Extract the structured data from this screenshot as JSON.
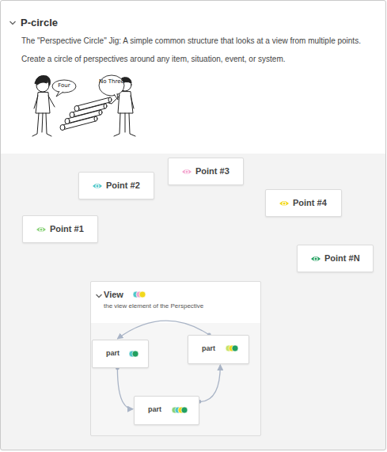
{
  "diagram": {
    "nodes": [
      {
        "text": [
          "P-circle",
          "The \"Perspective Circle\" Jig: A simple common structure that looks at a view from multiple points.",
          "Create a circle of perspectives around any item, situation, event, or system."
        ]
      },
      {
        "text": [
          "Four"
        ],
        "in": 0
      },
      {
        "text": [
          "No Three"
        ],
        "in": 0
      },
      {
        "text": [
          "Point #1"
        ],
        "in": 0
      },
      {
        "text": [
          "Point #2"
        ],
        "in": 0
      },
      {
        "text": [
          "Point #3"
        ],
        "in": 0
      },
      {
        "text": [
          "Point #4"
        ],
        "in": 0
      },
      {
        "text": [
          "Point #N"
        ],
        "in": 0
      },
      {
        "text": [
          "View",
          "the view element of the Perspective"
        ],
        "in": 0
      },
      {
        "text": [
          "part"
        ],
        "in": 8
      },
      {
        "text": [
          "part"
        ],
        "in": 8
      },
      {
        "text": [
          "part"
        ],
        "in": 8
      }
    ],
    "edges": [
      {
        "from": 10,
        "to": 9,
        "arrow": "to"
      },
      {
        "from": 9,
        "to": 11,
        "arrow": "to"
      },
      {
        "from": 11,
        "to": 10,
        "arrow": "to"
      }
    ]
  }
}
